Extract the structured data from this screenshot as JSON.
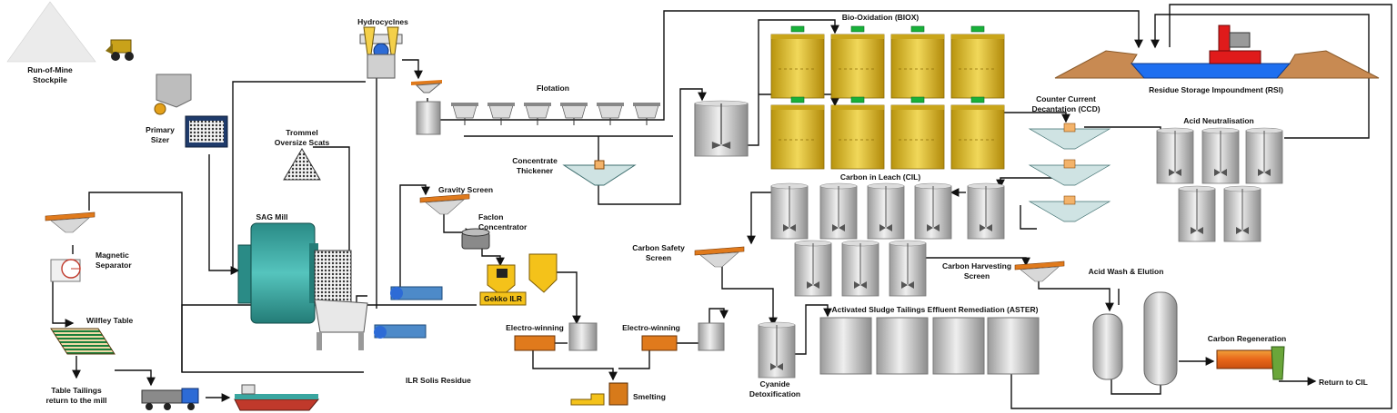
{
  "labels": {
    "stockpile": [
      "Run-of-Mine",
      "Stockpile"
    ],
    "sizer": [
      "Primary",
      "Sizer"
    ],
    "hydrocyclones": "Hydrocyclnes",
    "trommel": [
      "Trommel",
      "Oversize Scats"
    ],
    "sag_mill": "SAG Mill",
    "magnetic": [
      "Magnetic",
      "Separator"
    ],
    "wilfley": "Wilfley Table",
    "table_tailings": [
      "Table Tailings",
      "return to the mill"
    ],
    "flotation": "Flotation",
    "concentrate_thickener": [
      "Concentrate",
      "Thickener"
    ],
    "gravity_screen": "Gravity Screen",
    "falcon": [
      "Faclon",
      "Concentrator"
    ],
    "gekko": "Gekko ILR",
    "ilr_residue": "ILR Solis Residue",
    "ew1": "Electro-winning",
    "ew2": "Electro-winning",
    "smelting": "Smelting",
    "biox": "Bio-Oxidation (BIOX)",
    "rsi": "Residue Storage  Impoundment (RSI)",
    "ccd": [
      "Counter Current",
      "Decantation (CCD)"
    ],
    "acid_neutralisation": "Acid Neutralisation",
    "cil": "Carbon in Leach (CIL)",
    "carbon_safety": [
      "Carbon Safety",
      "Screen"
    ],
    "carbon_harvesting": [
      "Carbon Harvesting",
      "Screen"
    ],
    "acid_wash": "Acid Wash & Elution",
    "aster": "Activated Sludge Tailings Effluent Remediation (ASTER)",
    "cyanide": [
      "Cyanide",
      "Detoxification"
    ],
    "carbon_regen": "Carbon Regeneration",
    "return_cil": "Return to CIL",
    "sizer_grid": "⊞⊞⊞"
  },
  "colors": {
    "mill_teal": "#3aa6a0",
    "biox_gold": "#e2be2e",
    "screen_orange": "#e07a1c",
    "tank_grey": "#c9c9c9",
    "rsi_water": "#1e6ff0",
    "regen_orange": "#e8661a"
  }
}
